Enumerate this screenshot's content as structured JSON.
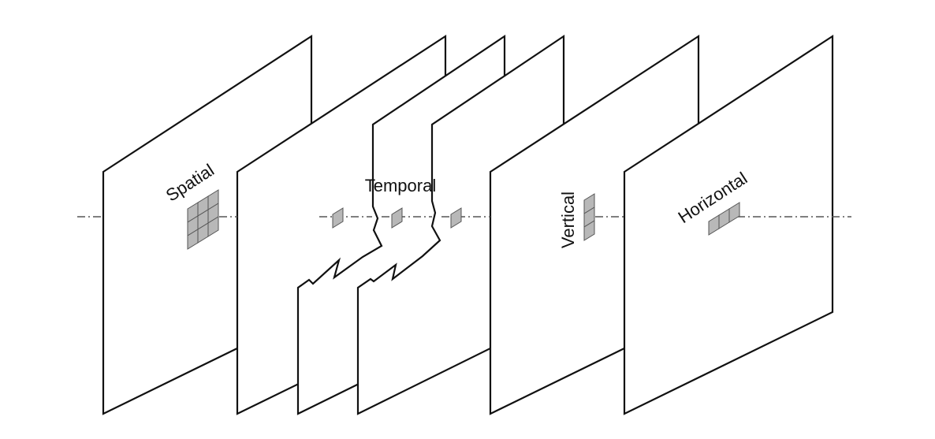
{
  "diagram": {
    "labels": {
      "spatial": "Spatial",
      "temporal": "Temporal",
      "vertical": "Vertical",
      "horizontal": "Horizontal"
    },
    "colors": {
      "frame_stroke": "#111111",
      "frame_fill": "#ffffff",
      "patch_fill": "#b8b8b8",
      "patch_stroke": "#555555",
      "axis": "#555555"
    }
  }
}
